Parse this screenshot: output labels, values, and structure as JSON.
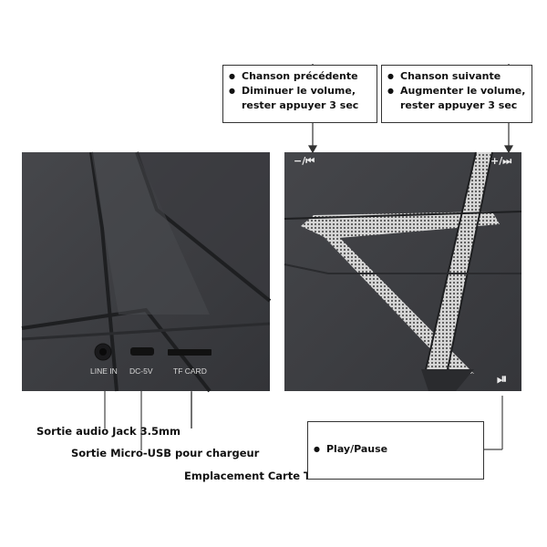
{
  "top_callouts": {
    "left": [
      "Chanson précédente",
      "Diminuer le volume, rester appuyer 3 sec"
    ],
    "right": [
      "Chanson suivante",
      "Augmenter le volume, rester appuyer 3 sec"
    ]
  },
  "ports": {
    "line_in": "LINE IN",
    "dc": "DC-5V",
    "tf": "TF CARD"
  },
  "controls": {
    "prev": "−/⏮",
    "next": "+/⏭",
    "play": "⏯"
  },
  "bottom_labels": {
    "jack": "Sortie audio Jack 3.5mm",
    "usb": "Sortie Micro-USB pour chargeur",
    "tf": "Emplacement Carte TF"
  },
  "play_callout": "Play/Pause",
  "colors": {
    "device": "#3c3d41",
    "device_dark": "#2a2b2e",
    "groove": "#1e1f21",
    "mesh": "#c9c9c9"
  }
}
